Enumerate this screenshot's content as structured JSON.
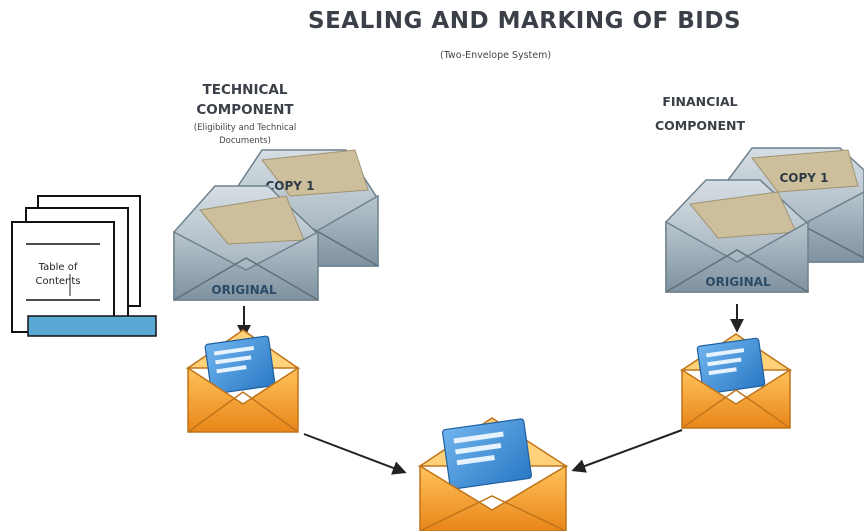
{
  "title": "SEALING AND MARKING OF BIDS",
  "subtitle": "(Two-Envelope System)",
  "technical": {
    "heading_line1": "TECHNICAL",
    "heading_line2": "COMPONENT",
    "sub_line1": "(Eligibility and Technical",
    "sub_line2": "Documents)",
    "copy_label": "COPY 1",
    "original_label": "ORIGINAL"
  },
  "financial": {
    "heading_line1": "FINANCIAL",
    "heading_line2": "COMPONENT",
    "copy_label": "COPY 1",
    "original_label": "ORIGINAL"
  },
  "document_stack": {
    "label_line1": "Table of",
    "label_line2": "Contents"
  },
  "colors": {
    "grey_envelope": "#7f929f",
    "orange_envelope": "#f1a02a",
    "document_blue": "#3d8fd8",
    "tab_blue": "#5aa8d4"
  }
}
